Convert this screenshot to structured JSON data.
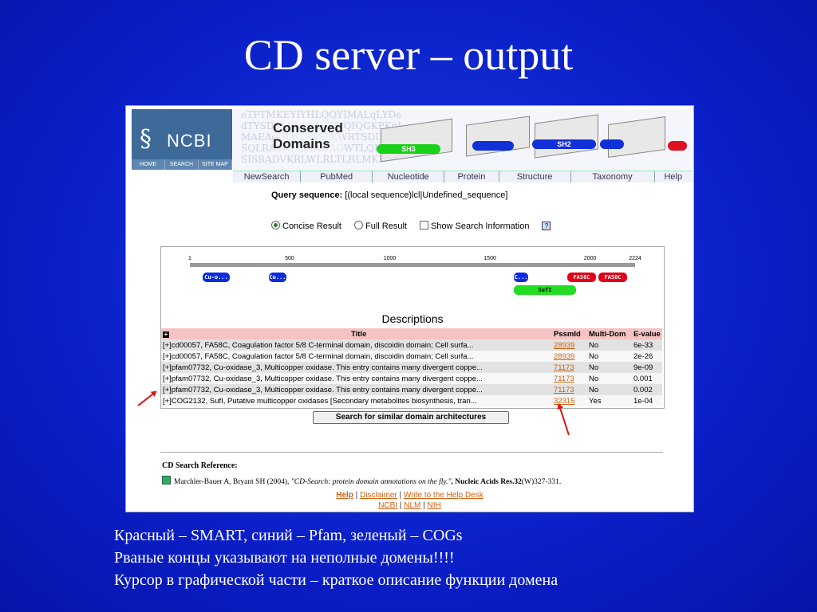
{
  "slide": {
    "title": "CD server – output",
    "caption": [
      "Красный – SMART, синий – Pfam, зеленый – COGs",
      "Рваные концы указывают на неполные домены!!!!",
      "Курсор в графической части – краткое описание функции домена"
    ]
  },
  "header": {
    "logo": "NCBI",
    "logo_links": [
      "HOME",
      "SEARCH",
      "SITE MAP"
    ],
    "banner_title_1": "Conserved",
    "banner_title_2": "Domains",
    "banner_bars": [
      "SH3",
      "SH2"
    ],
    "nav": [
      "NewSearch",
      "PubMed",
      "Nucleotide",
      "Protein",
      "Structure",
      "Taxonomy",
      "Help"
    ]
  },
  "query": {
    "label": "Query sequence:",
    "value": "[(local sequence)lcl|Undefined_sequence]"
  },
  "options": {
    "concise": "Concise Result",
    "full": "Full Result",
    "show_info": "Show Search Information",
    "help_icon": "?"
  },
  "graphic": {
    "ticks": [
      "1",
      "500",
      "1000",
      "1500",
      "2000",
      "2224"
    ],
    "domains": [
      {
        "label": "Cu-o...",
        "color": "blue"
      },
      {
        "label": "Cu...",
        "color": "blue"
      },
      {
        "label": "C...",
        "color": "blue"
      },
      {
        "label": "FA58C",
        "color": "red"
      },
      {
        "label": "FA58C",
        "color": "red"
      },
      {
        "label": "SufI",
        "color": "green"
      }
    ],
    "descriptions_title": "Descriptions"
  },
  "table": {
    "columns": [
      "Title",
      "PssmId",
      "Multi-Dom",
      "E-value"
    ],
    "rows": [
      {
        "title": "cd00057, FA58C, Coagulation factor 5/8 C-terminal domain, discoidin domain; Cell surfa...",
        "pssmid": "28939",
        "multi": "No",
        "evalue": "6e-33"
      },
      {
        "title": "cd00057, FA58C, Coagulation factor 5/8 C-terminal domain, discoidin domain; Cell surfa...",
        "pssmid": "28939",
        "multi": "No",
        "evalue": "2e-26"
      },
      {
        "title": "pfam07732, Cu-oxidase_3, Multicopper oxidase. This entry contains many divergent coppe...",
        "pssmid": "71173",
        "multi": "No",
        "evalue": "9e-09"
      },
      {
        "title": "pfam07732, Cu-oxidase_3, Multicopper oxidase. This entry contains many divergent coppe...",
        "pssmid": "71173",
        "multi": "No",
        "evalue": "0.001"
      },
      {
        "title": "pfam07732, Cu-oxidase_3, Multicopper oxidase. This entry contains many divergent coppe...",
        "pssmid": "71173",
        "multi": "No",
        "evalue": "0.002"
      },
      {
        "title": "COG2132, SufI, Putative multicopper oxidases [Secondary metabolites biosynthesis, tran...",
        "pssmid": "32315",
        "multi": "Yes",
        "evalue": "1e-04"
      }
    ],
    "expand_marker": "[+]"
  },
  "search_button": "Search for similar domain architectures",
  "reference": {
    "heading": "CD Search Reference:",
    "authors": "Marchler-Bauer A, Bryant SH (2004), ",
    "title": "\"CD-Search: protein domain annotations on the fly.\"",
    "journal": ", Nucleic Acids Res.32",
    "pages": "(W)327-331."
  },
  "footer": {
    "links1": [
      "Help",
      "Disclaimer",
      "Write to the Help Desk"
    ],
    "links2": [
      "NCBI",
      "NLM",
      "NIH"
    ]
  },
  "colors": {
    "background": "#0a1fc8",
    "smart": "#e00018",
    "pfam": "#0a2be0",
    "cog": "#22dd22"
  }
}
